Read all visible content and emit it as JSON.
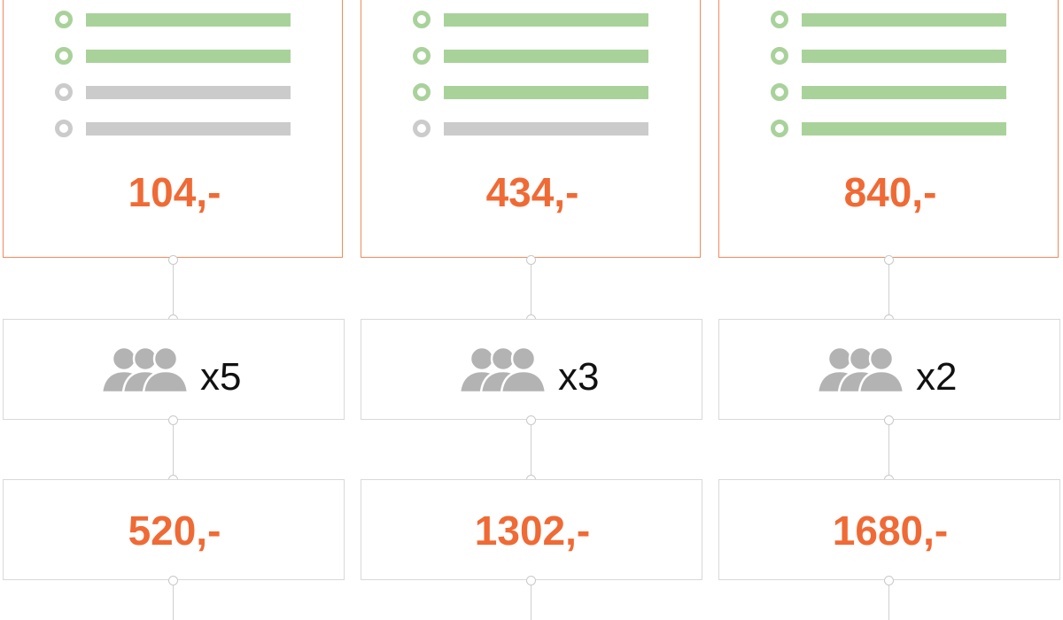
{
  "plans": [
    {
      "features": [
        {
          "enabled": true
        },
        {
          "enabled": true
        },
        {
          "enabled": false
        },
        {
          "enabled": false
        }
      ],
      "price": "104,-",
      "team_icon": "people-group-icon",
      "multiplier": "x5",
      "total": "520,-"
    },
    {
      "features": [
        {
          "enabled": true
        },
        {
          "enabled": true
        },
        {
          "enabled": true
        },
        {
          "enabled": false
        }
      ],
      "price": "434,-",
      "team_icon": "people-group-icon",
      "multiplier": "x3",
      "total": "1302,-"
    },
    {
      "features": [
        {
          "enabled": true
        },
        {
          "enabled": true
        },
        {
          "enabled": true
        },
        {
          "enabled": true
        }
      ],
      "price": "840,-",
      "team_icon": "people-group-icon",
      "multiplier": "x2",
      "total": "1680,-"
    }
  ],
  "colors": {
    "accent_orange": "#f06a35",
    "box_border_orange": "#f08a5d",
    "feature_on": "#a9d29b",
    "feature_off": "#cbcbcb",
    "connector": "#cfcfcf"
  }
}
